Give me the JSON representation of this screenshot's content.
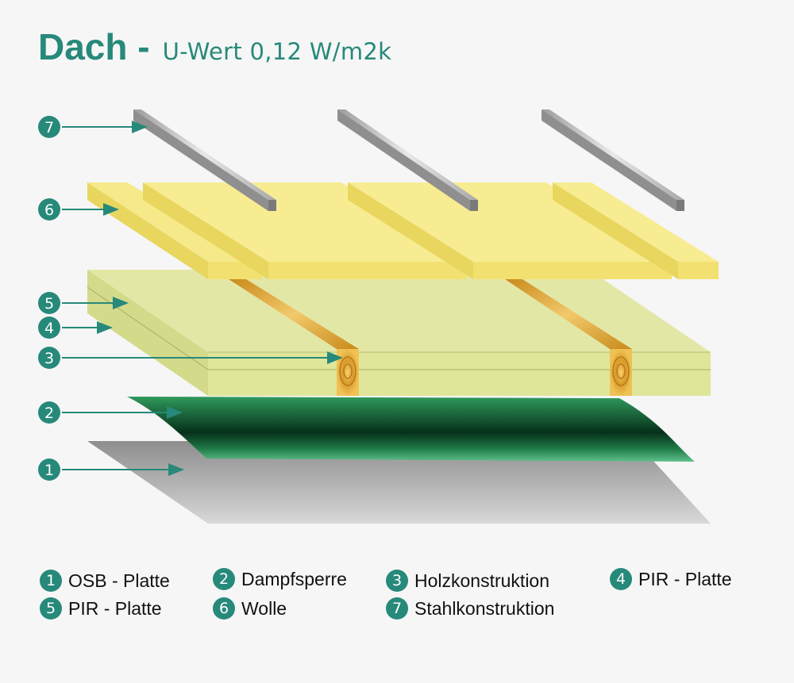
{
  "title": {
    "main": "Dach -",
    "sub": "U-Wert 0,12 W/m2k"
  },
  "colors": {
    "accent": "#27897a",
    "wool": "#f6e98a",
    "pir": "#e3e7a6",
    "wood": "#e0a93a",
    "vapor_barrier": "#0d6b36",
    "osb": "#9a9a9a",
    "steel": "#c8c8c8"
  },
  "callouts": [
    {
      "number": "7"
    },
    {
      "number": "6"
    },
    {
      "number": "5"
    },
    {
      "number": "4"
    },
    {
      "number": "3"
    },
    {
      "number": "2"
    },
    {
      "number": "1"
    }
  ],
  "legend": [
    {
      "number": "1",
      "label": "OSB - Platte"
    },
    {
      "number": "2",
      "label": "Dampfsperre"
    },
    {
      "number": "3",
      "label": "Holzkonstruktion"
    },
    {
      "number": "4",
      "label": "PIR - Platte"
    },
    {
      "number": "5",
      "label": "PIR - Platte"
    },
    {
      "number": "6",
      "label": "Wolle"
    },
    {
      "number": "7",
      "label": "Stahlkonstruktion"
    }
  ]
}
